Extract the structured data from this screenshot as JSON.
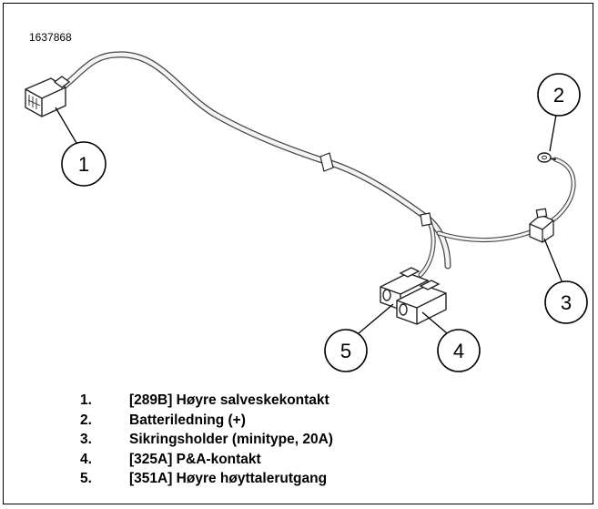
{
  "figure": {
    "id": "1637868"
  },
  "callouts": [
    "1",
    "2",
    "3",
    "4",
    "5"
  ],
  "legend": [
    {
      "number": "1.",
      "text": "[289B] Høyre salveskekontakt"
    },
    {
      "number": "2.",
      "text": "Batteriledning (+)"
    },
    {
      "number": "3.",
      "text": "Sikringsholder (minitype, 20A)"
    },
    {
      "number": "4.",
      "text": "[325A] P&A-kontakt"
    },
    {
      "number": "5.",
      "text": "[351A] Høyre høyttalerutgang"
    }
  ]
}
